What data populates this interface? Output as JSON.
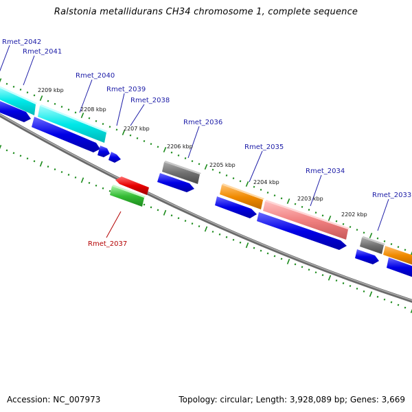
{
  "title": "Ralstonia metallidurans CH34 chromosome 1, complete sequence",
  "footer": {
    "accession": "Accession: NC_007973",
    "summary": "Topology: circular; Length: 3,928,089 bp; Genes: 3,669"
  },
  "kbp_marks": [
    "2209 kbp",
    "2208 kbp",
    "2207 kbp",
    "2206 kbp",
    "2205 kbp",
    "2204 kbp",
    "2203 kbp",
    "2202 kbp"
  ],
  "genes": [
    {
      "name": "Rmet_2042",
      "color": "#00d8d8"
    },
    {
      "name": "Rmet_2041",
      "color": "#00e0e0"
    },
    {
      "name": "Rmet_2040",
      "color": "#00e8e8"
    },
    {
      "name": "Rmet_2039",
      "color": "#0000dd"
    },
    {
      "name": "Rmet_2038",
      "color": "#0000dd"
    },
    {
      "name": "Rmet_2036",
      "color": "#707070"
    },
    {
      "name": "Rmet_2035",
      "color": "#f08a00"
    },
    {
      "name": "Rmet_2034",
      "color": "#f08080"
    },
    {
      "name": "Rmet_2033",
      "color": "#707070"
    },
    {
      "name": "Rmet_2037",
      "color": "#e60000"
    }
  ],
  "colors": {
    "backbone": "#808080",
    "cds_blue": "#0000e0",
    "tick_green": "#1a8a1a",
    "rna_green": "#33bb33",
    "label_blue": "#1a1aa6",
    "label_red": "#b30000"
  }
}
